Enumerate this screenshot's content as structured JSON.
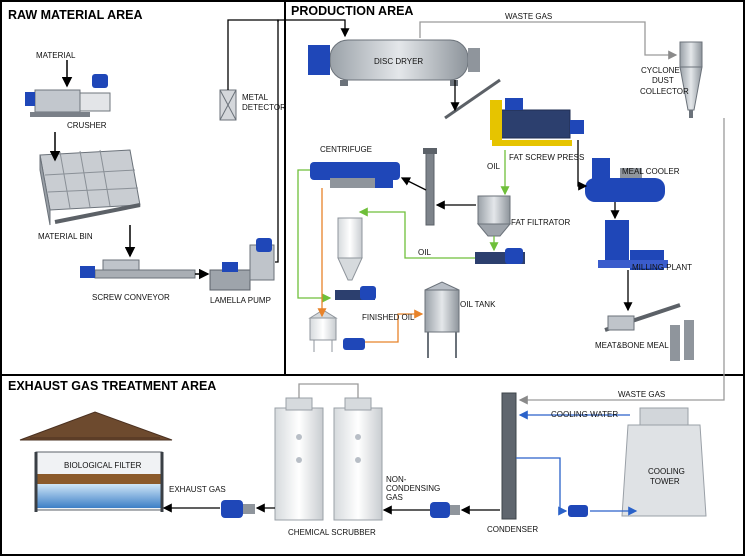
{
  "areas": {
    "raw": "RAW MATERIAL AREA",
    "production": "PRODUCTION AREA",
    "exhaust": "EXHAUST GAS TREATMENT AREA"
  },
  "labels": {
    "material": "MATERIAL",
    "crusher": "CRUSHER",
    "material_bin": "MATERIAL BIN",
    "screw_conveyor": "SCREW CONVEYOR",
    "lamella_pump": "LAMELLA PUMP",
    "metal_detector_1": "METAL",
    "metal_detector_2": "DETECTOR",
    "waste_gas_top": "WASTE GAS",
    "disc_dryer": "DISC DRYER",
    "cyclone_1": "CYCLONE",
    "cyclone_2": "DUST",
    "cyclone_3": "COLLECTOR",
    "centrifuge": "CENTRIFUGE",
    "oil_mid": "OIL",
    "fat_screw_press": "FAT SCREW PRESS",
    "meal_cooler": "MEAL COOLER",
    "fat_filtrator": "FAT FILTRATOR",
    "oil_low": "OIL",
    "milling_plant": "MILLING PLANT",
    "finished_oil": "FINISHED OIL",
    "oil_tank": "OIL TANK",
    "meat_bone_meal": "MEAT&BONE MEAL",
    "waste_gas_bottom": "WASTE GAS",
    "cooling_water": "COOLING WATER",
    "biological_filter": "BIOLOGICAL FILTER",
    "cooling_tower_1": "COOLING",
    "cooling_tower_2": "TOWER",
    "exhaust_gas": "EXHAUST  GAS",
    "non_condensing_1": "NON-",
    "non_condensing_2": "CONDENSING",
    "non_condensing_3": "GAS",
    "chemical_scrubber": "CHEMICAL SCRUBBER",
    "condenser": "CONDENSER"
  },
  "colors": {
    "steel_blue": "#1f47b8",
    "machine_grey": "#b8bec6",
    "pipe_grey": "#9a9a9a",
    "oil_green": "#6fbf3a",
    "finished_oil_orange": "#e8832a",
    "water_blue": "#2a62c9",
    "press_yellow": "#e6c400",
    "divider": "#000000"
  }
}
